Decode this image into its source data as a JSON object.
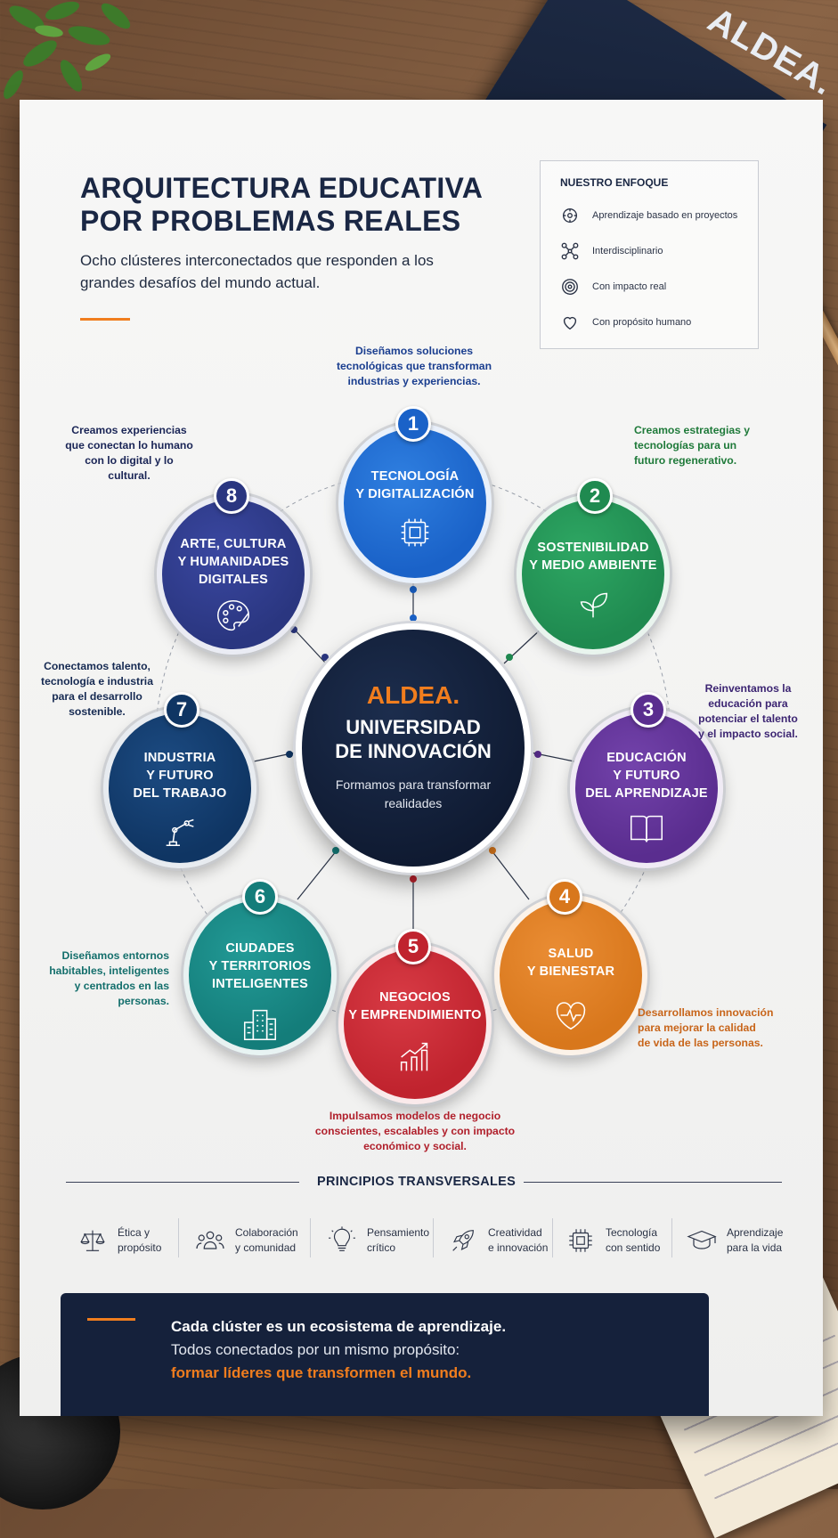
{
  "colors": {
    "navy": "#15213b",
    "orange_accent": "#f07d1e",
    "cluster_1": "#1a62c8",
    "cluster_2": "#1f8a50",
    "cluster_3": "#5a2d8f",
    "cluster_4": "#d8771c",
    "cluster_5": "#c0232e",
    "cluster_6": "#147d7a",
    "cluster_7": "#0f3563",
    "cluster_8": "#2a3680"
  },
  "header": {
    "title": "ARQUITECTURA EDUCATIVA\nPOR PROBLEMAS REALES",
    "subtitle": "Ocho clústeres interconectados que responden a los grandes desafíos del mundo actual."
  },
  "focus": {
    "title": "NUESTRO ENFOQUE",
    "items": [
      {
        "label": "Aprendizaje basado en proyectos",
        "icon": "project-icon"
      },
      {
        "label": "Interdisciplinario",
        "icon": "network-icon"
      },
      {
        "label": "Con impacto real",
        "icon": "target-icon"
      },
      {
        "label": "Con propósito humano",
        "icon": "heart-icon"
      }
    ]
  },
  "center": {
    "brand": "ALDEA.",
    "name": "UNIVERSIDAD\nDE INNOVACIÓN",
    "tagline": "Formamos para transformar\nrealidades"
  },
  "clusters": [
    {
      "number": "1",
      "name": "TECNOLOGÍA\nY DIGITALIZACIÓN",
      "icon": "chip-icon",
      "description": "Diseñamos soluciones\ntecnológicas que transforman\nindustrias y experiencias."
    },
    {
      "number": "2",
      "name": "SOSTENIBILIDAD\nY MEDIO AMBIENTE",
      "icon": "leaf-icon",
      "description": "Creamos estrategias y\ntecnologías para un\nfuturo regenerativo."
    },
    {
      "number": "3",
      "name": "EDUCACIÓN\nY FUTURO\nDEL APRENDIZAJE",
      "icon": "book-icon",
      "description": "Reinventamos la\neducación para\npotenciar el talento\ny el impacto social."
    },
    {
      "number": "4",
      "name": "SALUD\nY BIENESTAR",
      "icon": "heartbeat-icon",
      "description": "Desarrollamos innovación\npara mejorar la calidad\nde vida de las personas."
    },
    {
      "number": "5",
      "name": "NEGOCIOS\nY EMPRENDIMIENTO",
      "icon": "growth-chart-icon",
      "description": "Impulsamos modelos de negocio\nconscientes, escalables y con impacto\neconómico y social."
    },
    {
      "number": "6",
      "name": "CIUDADES\nY TERRITORIOS\nINTELIGENTES",
      "icon": "buildings-icon",
      "description": "Diseñamos entornos\nhabitables, inteligentes\ny centrados en las\npersonas."
    },
    {
      "number": "7",
      "name": "INDUSTRIA\nY FUTURO\nDEL TRABAJO",
      "icon": "robot-arm-icon",
      "description": "Conectamos talento,\ntecnología e industria\npara el desarrollo\nsostenible."
    },
    {
      "number": "8",
      "name": "ARTE, CULTURA\nY HUMANIDADES\nDIGITALES",
      "icon": "palette-icon",
      "description": "Creamos experiencias\nque conectan lo humano\ncon lo digital y lo\ncultural."
    }
  ],
  "principles": {
    "title": "PRINCIPIOS TRANSVERSALES",
    "items": [
      {
        "label": "Ética y\npropósito",
        "icon": "scales-icon"
      },
      {
        "label": "Colaboración\ny comunidad",
        "icon": "people-icon"
      },
      {
        "label": "Pensamiento\ncrítico",
        "icon": "lightbulb-icon"
      },
      {
        "label": "Creatividad\ne innovación",
        "icon": "rocket-icon"
      },
      {
        "label": "Tecnología\ncon sentido",
        "icon": "chip-icon"
      },
      {
        "label": "Aprendizaje\npara la vida",
        "icon": "graduation-cap-icon"
      }
    ]
  },
  "footer": {
    "line1": "Cada clúster es un ecosistema de aprendizaje.",
    "line2": "Todos conectados por un mismo propósito:",
    "line3": "formar líderes que transformen el mundo."
  },
  "book_brand": "ALDEA."
}
